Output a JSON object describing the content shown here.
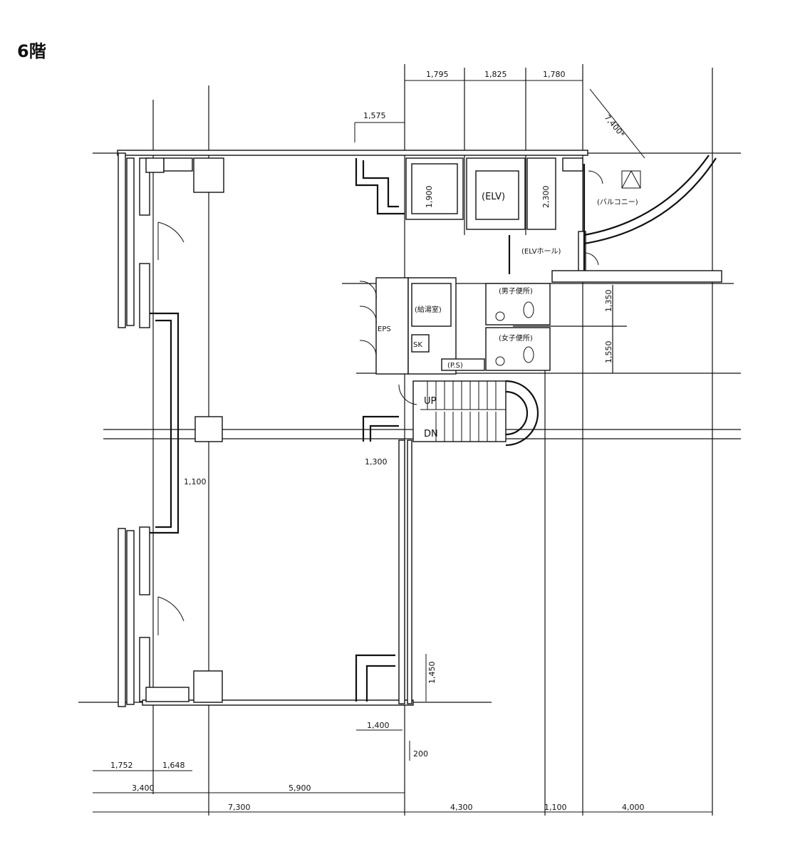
{
  "floor_title": "6階",
  "dimensions": {
    "top": [
      "1,795",
      "1,825",
      "1,780"
    ],
    "stair_offset": "1,575",
    "diagonal": "7,400*",
    "elv_width": "1,900",
    "elv_depth": "2,300",
    "wc_h1": "1,350",
    "wc_h2": "1,550",
    "corridor": "1,100",
    "notch_top": "1,300",
    "notch_bottom_v": "1,450",
    "notch_bottom_h": "1,400",
    "small_offset": "200",
    "bottom_row1": [
      "1,752",
      "1,648"
    ],
    "bottom_row2": [
      "3,400",
      "5,900"
    ],
    "bottom_row3": [
      "7,300",
      "4,300",
      "1,100",
      "4,000"
    ]
  },
  "rooms": {
    "elevator": "(ELV)",
    "elv_hall": "(ELVホール)",
    "balcony": "(バルコニー)",
    "mens_wc": "(男子便所)",
    "womens_wc": "(女子便所)",
    "kyutou": "(給湯室)",
    "eps": "EPS",
    "sk": "SK",
    "ps": "(P.S)",
    "up": "UP",
    "dn": "DN"
  }
}
